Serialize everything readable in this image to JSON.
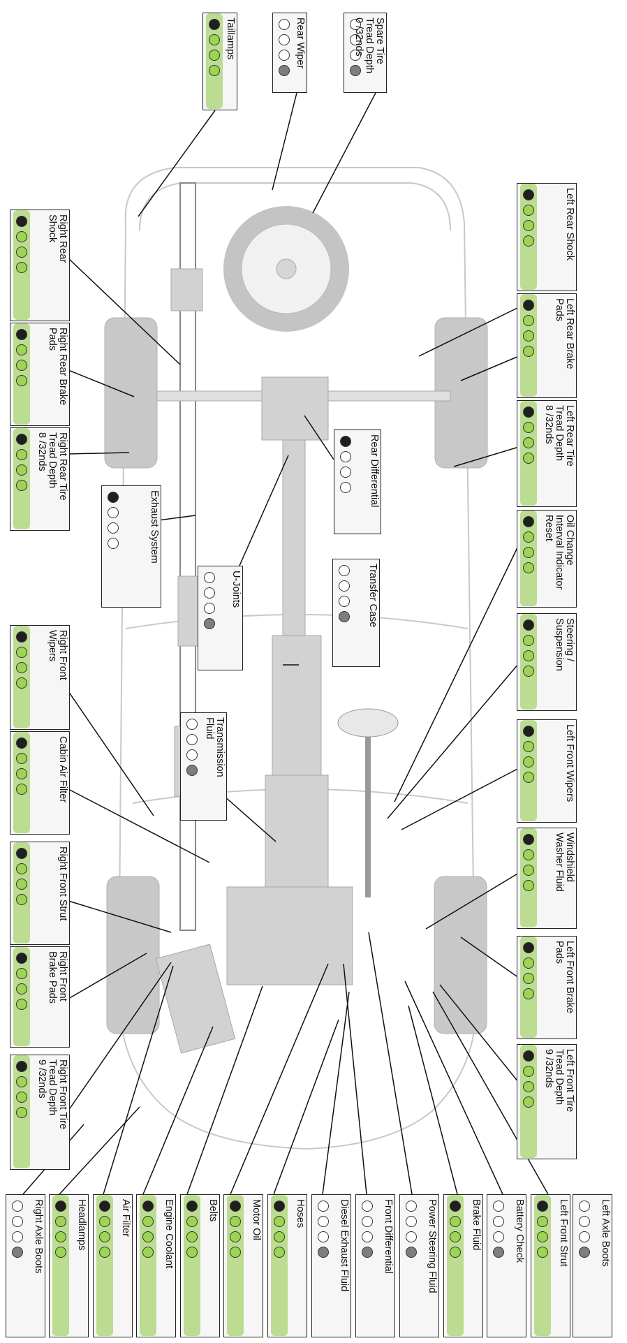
{
  "colors": {
    "highlighter": "#8cc63f",
    "status_red": "#1f1f1f",
    "status_yellow": "#ffffff",
    "status_green": "#ffffff",
    "status_na": "#7e7e7e"
  },
  "boxes": [
    {
      "id": "taillamps",
      "label": "Taillamps",
      "state": "green",
      "marked": true
    },
    {
      "id": "rear-wiper",
      "label": "Rear Wiper",
      "state": "na",
      "marked": false
    },
    {
      "id": "spare-tire",
      "label": "Spare Tire\nTread Depth\n0 /32nds",
      "state": "na",
      "marked": false
    },
    {
      "id": "right-rear-shock",
      "label": "Right Rear\nShock",
      "state": "green",
      "marked": true
    },
    {
      "id": "right-rear-brake-pads",
      "label": "Right Rear Brake\nPads",
      "state": "green",
      "marked": true
    },
    {
      "id": "right-rear-tire",
      "label": "Right Rear Tire\nTread Depth\n8 /32nds",
      "state": "green",
      "marked": true
    },
    {
      "id": "exhaust-system",
      "label": "Exhaust System",
      "state": "red",
      "marked": false
    },
    {
      "id": "rear-differential",
      "label": "Rear Differential",
      "state": "red",
      "marked": false
    },
    {
      "id": "u-joints",
      "label": "U-Joints",
      "state": "na",
      "marked": false
    },
    {
      "id": "transfer-case",
      "label": "Transfer Case",
      "state": "na",
      "marked": false
    },
    {
      "id": "transmission-fluid",
      "label": "Transmission\nFluid",
      "state": "na",
      "marked": false
    },
    {
      "id": "right-front-wipers",
      "label": "Right Front\nWipers",
      "state": "green",
      "marked": true
    },
    {
      "id": "cabin-air-filter",
      "label": "Cabin Air Filter",
      "state": "green",
      "marked": true
    },
    {
      "id": "right-front-strut",
      "label": "Right Front Strut",
      "state": "green",
      "marked": true
    },
    {
      "id": "right-front-brake-pads",
      "label": "Right Front\nBrake Pads",
      "state": "green",
      "marked": true
    },
    {
      "id": "right-front-tire",
      "label": "Right Front Tire\nTread Depth\n9 /32nds",
      "state": "green",
      "marked": true
    },
    {
      "id": "left-rear-shock",
      "label": "Left Rear Shock",
      "state": "green",
      "marked": true
    },
    {
      "id": "left-rear-brake-pads",
      "label": "Left Rear Brake\nPads",
      "state": "green",
      "marked": true
    },
    {
      "id": "left-rear-tire",
      "label": "Left Rear Tire\nTread Depth\n8 /32nds",
      "state": "green",
      "marked": true
    },
    {
      "id": "oil-change-reset",
      "label": "Oil Change\nInterval Indicator\nReset",
      "state": "green",
      "marked": true
    },
    {
      "id": "steering-suspension",
      "label": "Steering /\nSuspension",
      "state": "green",
      "marked": true
    },
    {
      "id": "left-front-wipers",
      "label": "Left Front Wipers",
      "state": "green",
      "marked": true
    },
    {
      "id": "windshield-washer-fluid",
      "label": "Windshield\nWasher Fluid",
      "state": "green",
      "marked": true
    },
    {
      "id": "left-front-brake-pads",
      "label": "Left Front Brake\nPads",
      "state": "green",
      "marked": true
    },
    {
      "id": "left-front-tire",
      "label": "Left Front Tire\nTread Depth\n9 /32nds",
      "state": "green",
      "marked": true
    },
    {
      "id": "right-axle-boots",
      "label": "Right Axle Boots",
      "state": "na",
      "marked": false
    },
    {
      "id": "headlamps",
      "label": "Headlamps",
      "state": "green",
      "marked": true
    },
    {
      "id": "air-filter",
      "label": "Air Filter",
      "state": "green",
      "marked": true
    },
    {
      "id": "engine-coolant",
      "label": "Engine Coolant",
      "state": "green",
      "marked": true
    },
    {
      "id": "belts",
      "label": "Belts",
      "state": "green",
      "marked": true
    },
    {
      "id": "motor-oil",
      "label": "Motor Oil",
      "state": "green",
      "marked": true
    },
    {
      "id": "hoses",
      "label": "Hoses",
      "state": "green",
      "marked": true
    },
    {
      "id": "diesel-exhaust-fluid",
      "label": "Diesel Exhaust Fluid",
      "state": "na",
      "marked": false
    },
    {
      "id": "front-differential",
      "label": "Front Differential",
      "state": "na",
      "marked": false
    },
    {
      "id": "power-steering-fluid",
      "label": "Power Steering Fluid",
      "state": "na",
      "marked": false
    },
    {
      "id": "brake-fluid",
      "label": "Brake Fluid",
      "state": "green",
      "marked": true
    },
    {
      "id": "battery-check",
      "label": "Battery Check",
      "state": "na",
      "marked": false
    },
    {
      "id": "left-front-strut",
      "label": "Left Front Strut",
      "state": "green",
      "marked": true
    },
    {
      "id": "left-axle-boots",
      "label": "Left Axle Boots",
      "state": "na",
      "marked": false
    }
  ]
}
